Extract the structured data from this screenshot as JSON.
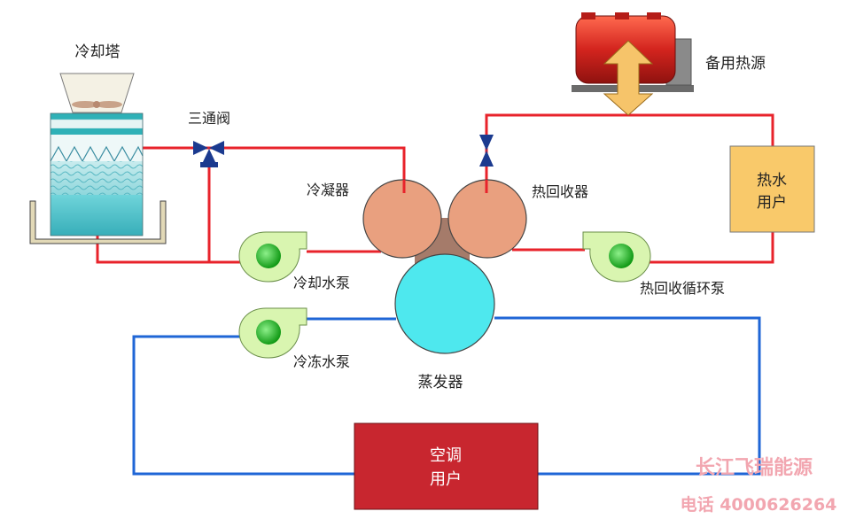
{
  "labels": {
    "cooling_tower": "冷却塔",
    "three_way_valve": "三通阀",
    "condenser": "冷凝器",
    "heat_recovery_unit": "热回收器",
    "cooling_water_pump": "冷却水泵",
    "chilled_water_pump": "冷冻水泵",
    "evaporator": "蒸发器",
    "backup_heat_source": "备用热源",
    "hot_water_user_line1": "热水",
    "hot_water_user_line2": "用户",
    "heat_recovery_pump": "热回收循环泵",
    "ac_user_line1": "空调",
    "ac_user_line2": "用户"
  },
  "watermark": {
    "brand": "长江飞瑞能源",
    "phone": "电话 4000626264"
  },
  "colors": {
    "hot_pipe": "#e8232b",
    "cold_pipe": "#1f66d6",
    "condenser_fill": "#e9a07f",
    "evaporator_fill": "#4ee8ee",
    "pump_fill": "#d9f5b0",
    "pump_core": "#17c21b",
    "ac_user_fill": "#c8262f",
    "hot_user_fill": "#f9c96a",
    "backup_tank": "#d3241e",
    "arrow_fill": "#f6c46a",
    "watermark": "#f2a6b0"
  }
}
